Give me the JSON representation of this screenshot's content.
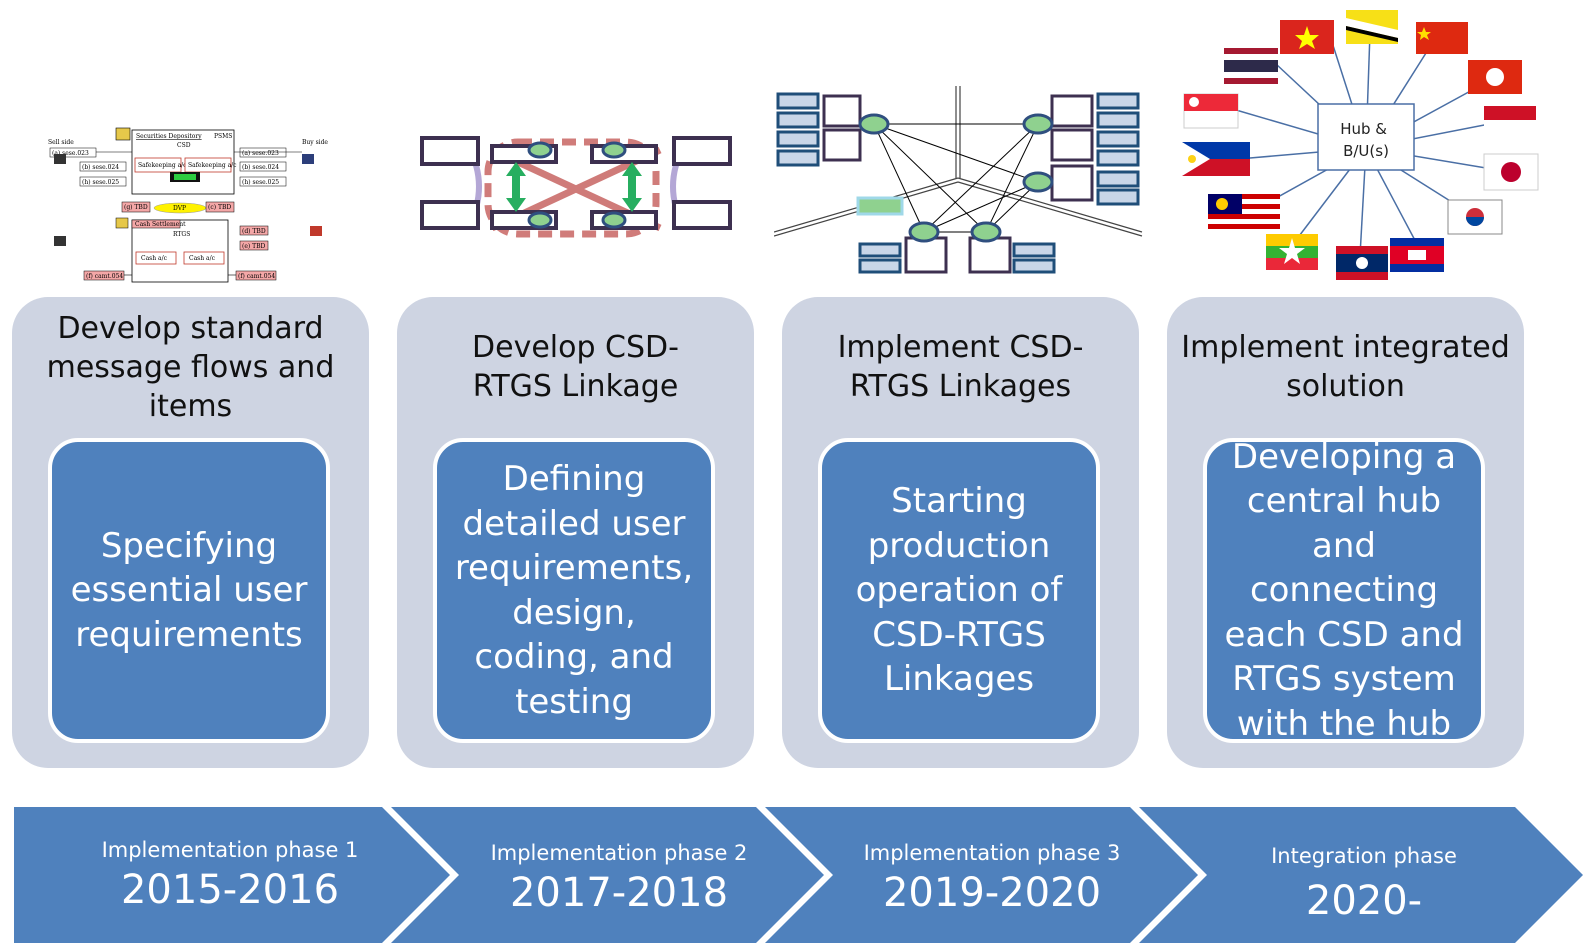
{
  "columns": [
    {
      "title": "Develop standard message flows and items",
      "body": "Specifying essential user requirements"
    },
    {
      "title": "Develop CSD-RTGS Linkage",
      "body": "Defining detailed user requirements, design, coding, and testing"
    },
    {
      "title": "Implement CSD-RTGS Linkages",
      "body": "Starting production operation of CSD-RTGS Linkages"
    },
    {
      "title": "Implement integrated solution",
      "body": "Developing a central hub and connecting each CSD and RTGS system with the hub"
    }
  ],
  "phases": [
    {
      "label": "Implementation phase 1",
      "years": "2015-2016"
    },
    {
      "label": "Implementation phase 2",
      "years": "2017-2018"
    },
    {
      "label": "Implementation phase 3",
      "years": "2019-2020"
    },
    {
      "label": "Integration phase",
      "years": "2020-"
    }
  ],
  "flow_diagram": {
    "sell_side": "Sell side",
    "buy_side": "Buy side",
    "securities_depository": "Securities Depository",
    "psms": "PSMS",
    "csd": "CSD",
    "safekeeping_1": "Safekeeping a/c",
    "safekeeping_2": "Safekeeping a/c",
    "dvp": "DVP",
    "cash_settlement": "Cash Settlement",
    "rtgs": "RTGS",
    "cash_ac_1": "Cash a/c",
    "cash_ac_2": "Cash a/c",
    "tbd_g": "(g) TBD",
    "tbd_c": "(c) TBD",
    "tbd_d": "(d) TBD",
    "tbd_e": "(e) TBD",
    "msg_a": "(a) sese.023",
    "msg_b": "(b) sese.024",
    "msg_h": "(h) sese.025",
    "msg_a2": "(a) sese.023",
    "msg_b2": "(b) sese.024",
    "msg_h2": "(h) sese.025",
    "msg_f1": "(f) camt.054",
    "msg_f2": "(f) camt.054"
  },
  "hub_label": "Hub & B/U(s)",
  "colors": {
    "card_bg": "#ced4e2",
    "inner_bg": "#4f81bd",
    "arrow_bg": "#4f81bd",
    "frame_dark": "#3d3050"
  }
}
